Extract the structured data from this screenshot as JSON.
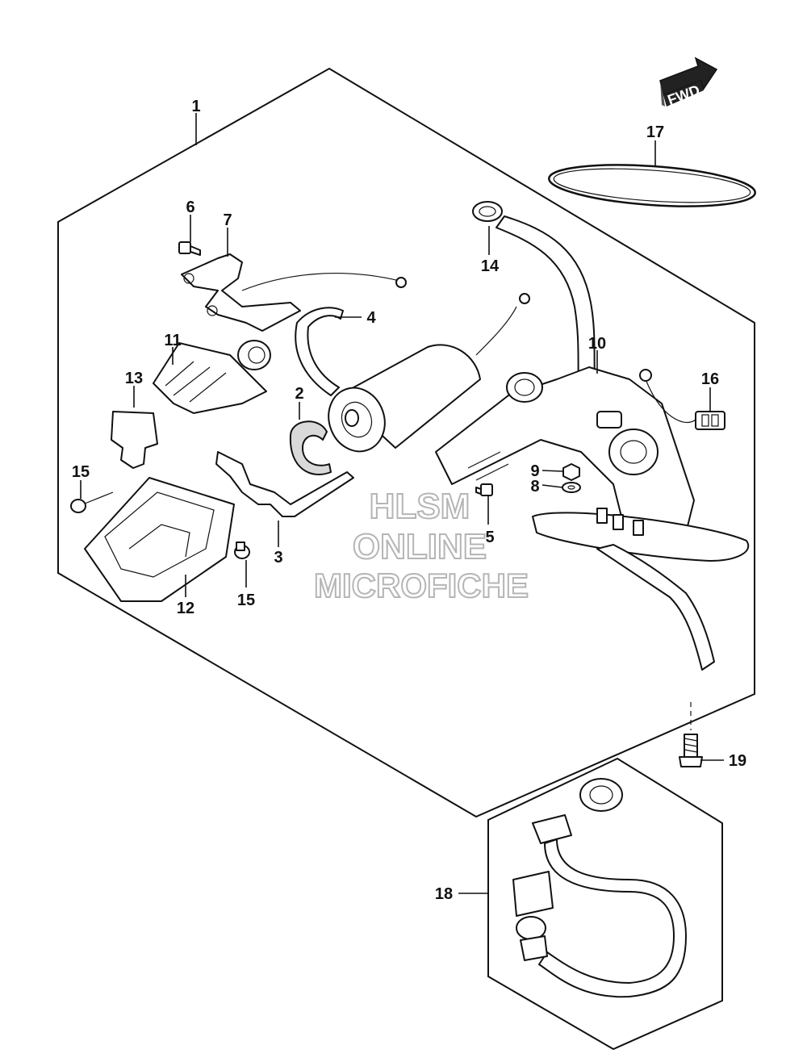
{
  "callouts": [
    {
      "id": "1",
      "label": "1"
    },
    {
      "id": "2",
      "label": "2"
    },
    {
      "id": "3",
      "label": "3"
    },
    {
      "id": "4",
      "label": "4"
    },
    {
      "id": "5",
      "label": "5"
    },
    {
      "id": "6",
      "label": "6"
    },
    {
      "id": "7",
      "label": "7"
    },
    {
      "id": "8",
      "label": "8"
    },
    {
      "id": "9",
      "label": "9"
    },
    {
      "id": "10",
      "label": "10"
    },
    {
      "id": "11",
      "label": "11"
    },
    {
      "id": "12",
      "label": "12"
    },
    {
      "id": "13",
      "label": "13"
    },
    {
      "id": "14",
      "label": "14"
    },
    {
      "id": "15a",
      "label": "15"
    },
    {
      "id": "15b",
      "label": "15"
    },
    {
      "id": "16",
      "label": "16"
    },
    {
      "id": "17",
      "label": "17"
    },
    {
      "id": "18",
      "label": "18"
    },
    {
      "id": "19",
      "label": "19"
    }
  ],
  "direction_marker": "FWD",
  "watermark": {
    "line1": "HLSM",
    "line2": "ONLINE",
    "line3": "MICROFICHE"
  }
}
